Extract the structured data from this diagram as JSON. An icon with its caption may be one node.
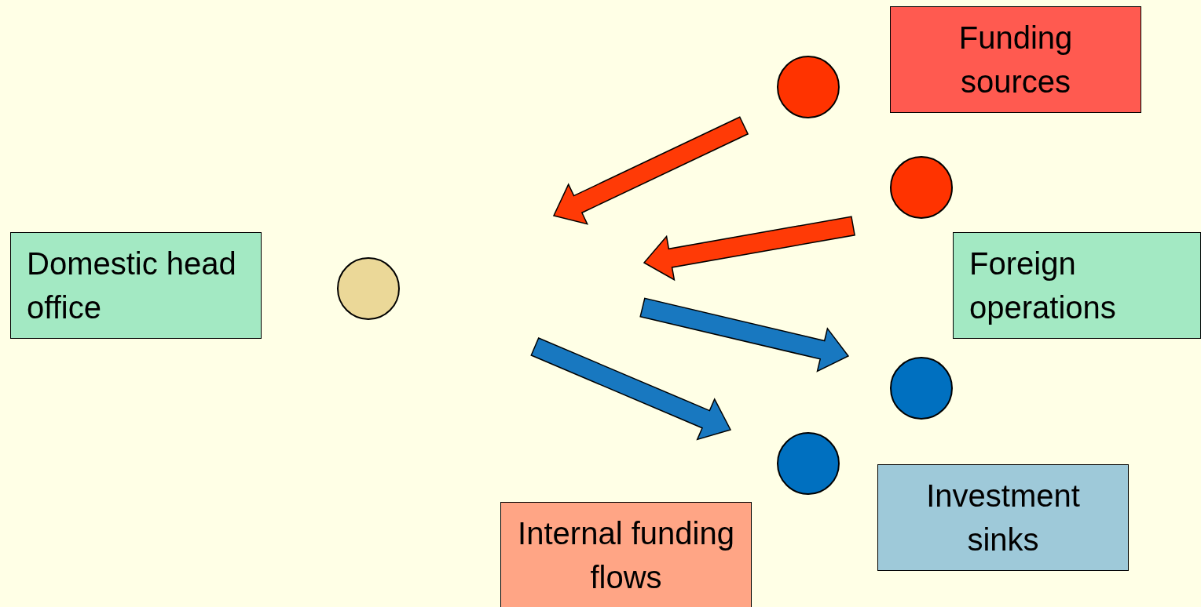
{
  "diagram": {
    "nodes": [
      {
        "text": [
          "Funding sources"
        ]
      },
      {
        "text": [],
        "shape": "circle"
      },
      {
        "text": [],
        "shape": "circle"
      },
      {
        "text": [
          "Domestic head office"
        ]
      },
      {
        "text": [],
        "shape": "circle"
      },
      {
        "text": [
          "Foreign operations"
        ]
      },
      {
        "text": [],
        "shape": "circle"
      },
      {
        "text": [],
        "shape": "circle"
      },
      {
        "text": [
          "Investment sinks"
        ]
      },
      {
        "text": [
          "Internal funding flows"
        ]
      }
    ]
  }
}
